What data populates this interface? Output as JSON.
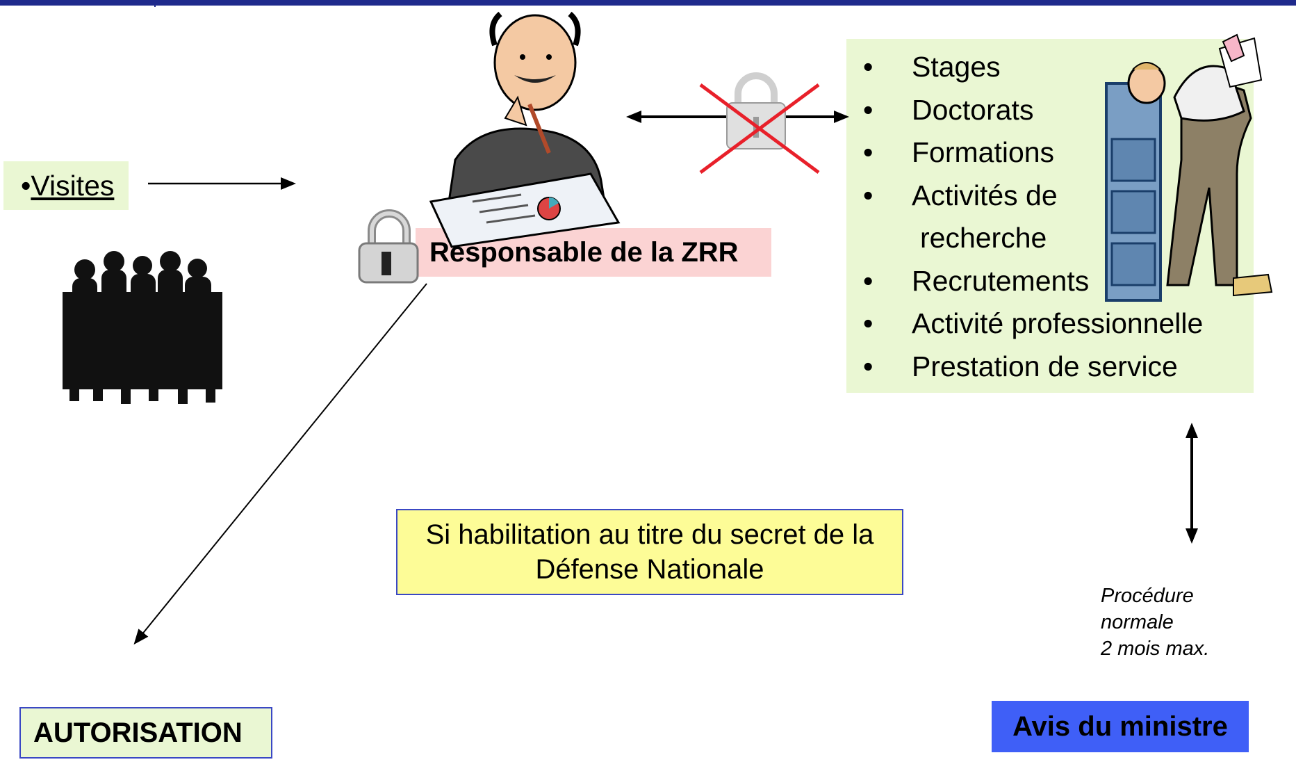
{
  "visites": {
    "bullet": "•",
    "label": "Visites"
  },
  "responsable": {
    "label": "Responsable de la ZRR"
  },
  "activities": {
    "bullet": "•",
    "items": [
      "Stages",
      "Doctorats",
      "Formations",
      "Activités de",
      "recherche",
      "Recrutements",
      "Activité professionnelle",
      "Prestation de service"
    ]
  },
  "secret_note": {
    "text": "Si habilitation au titre du secret de la Défense Nationale"
  },
  "autorisation": {
    "label": "AUTORISATION"
  },
  "avis": {
    "label": "Avis du ministre"
  },
  "procedure": {
    "line1": "Procédure",
    "line2": "normale",
    "line3": "2 mois max."
  },
  "colors": {
    "green_box": "#eaf7d3",
    "pink_box": "#fbd3d3",
    "yellow_box": "#fdfc97",
    "blue_box": "#3f5ff7",
    "border_blue": "#3a48c4",
    "cross_red": "#e8202a"
  },
  "icons": [
    "people-silhouette-icon",
    "thinking-man-icon",
    "padlock-icon",
    "filing-cabinet-man-icon",
    "crossed-padlock-icon"
  ]
}
